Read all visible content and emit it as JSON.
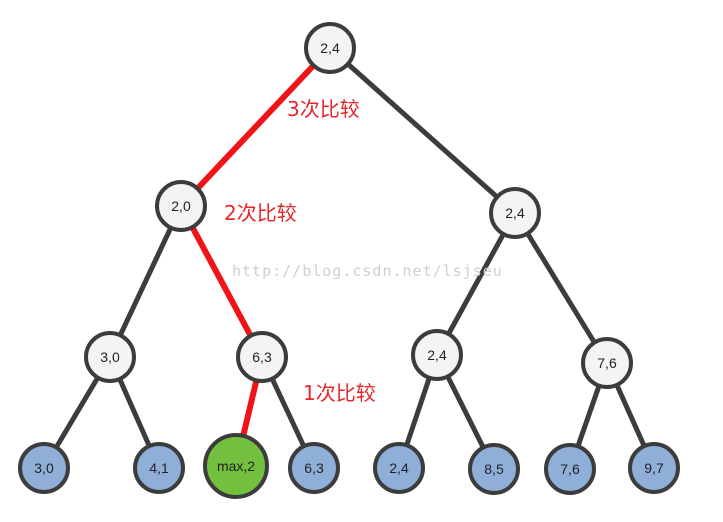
{
  "colors": {
    "edge": "#3c3c3c",
    "edge_highlight": "#f01418",
    "internal_fill": "#f4f4f4",
    "leaf_fill": "#8fafd8",
    "winner_fill": "#72c03e",
    "node_stroke": "#3c3c3c",
    "label_color": "#e8262a",
    "watermark_color": "#cfcfcf"
  },
  "tree": {
    "nodes": [
      {
        "id": "root",
        "label": "2,4",
        "kind": "internal"
      },
      {
        "id": "l1a",
        "label": "2,0",
        "kind": "internal"
      },
      {
        "id": "l1b",
        "label": "2,4",
        "kind": "internal"
      },
      {
        "id": "l2a",
        "label": "3,0",
        "kind": "internal"
      },
      {
        "id": "l2b",
        "label": "6,3",
        "kind": "internal"
      },
      {
        "id": "l2c",
        "label": "2,4",
        "kind": "internal"
      },
      {
        "id": "l2d",
        "label": "7,6",
        "kind": "internal"
      },
      {
        "id": "lf1",
        "label": "3,0",
        "kind": "leaf"
      },
      {
        "id": "lf2",
        "label": "4,1",
        "kind": "leaf"
      },
      {
        "id": "lf3",
        "label": "max,2",
        "kind": "winner"
      },
      {
        "id": "lf4",
        "label": "6,3",
        "kind": "leaf"
      },
      {
        "id": "lf5",
        "label": "2,4",
        "kind": "leaf"
      },
      {
        "id": "lf6",
        "label": "8,5",
        "kind": "leaf"
      },
      {
        "id": "lf7",
        "label": "7,6",
        "kind": "leaf"
      },
      {
        "id": "lf8",
        "label": "9,7",
        "kind": "leaf"
      }
    ],
    "edges": [
      {
        "from": "root",
        "to": "l1a",
        "highlight": true
      },
      {
        "from": "root",
        "to": "l1b",
        "highlight": false
      },
      {
        "from": "l1a",
        "to": "l2a",
        "highlight": false
      },
      {
        "from": "l1a",
        "to": "l2b",
        "highlight": true
      },
      {
        "from": "l1b",
        "to": "l2c",
        "highlight": false
      },
      {
        "from": "l1b",
        "to": "l2d",
        "highlight": false
      },
      {
        "from": "l2a",
        "to": "lf1",
        "highlight": false
      },
      {
        "from": "l2a",
        "to": "lf2",
        "highlight": false
      },
      {
        "from": "l2b",
        "to": "lf3",
        "highlight": true
      },
      {
        "from": "l2b",
        "to": "lf4",
        "highlight": false
      },
      {
        "from": "l2c",
        "to": "lf5",
        "highlight": false
      },
      {
        "from": "l2c",
        "to": "lf6",
        "highlight": false
      },
      {
        "from": "l2d",
        "to": "lf7",
        "highlight": false
      },
      {
        "from": "l2d",
        "to": "lf8",
        "highlight": false
      }
    ]
  },
  "comparison_labels": {
    "third": "3次比较",
    "second": "2次比较",
    "first": "1次比较"
  },
  "watermark": "http://blog.csdn.net/lsjseu"
}
